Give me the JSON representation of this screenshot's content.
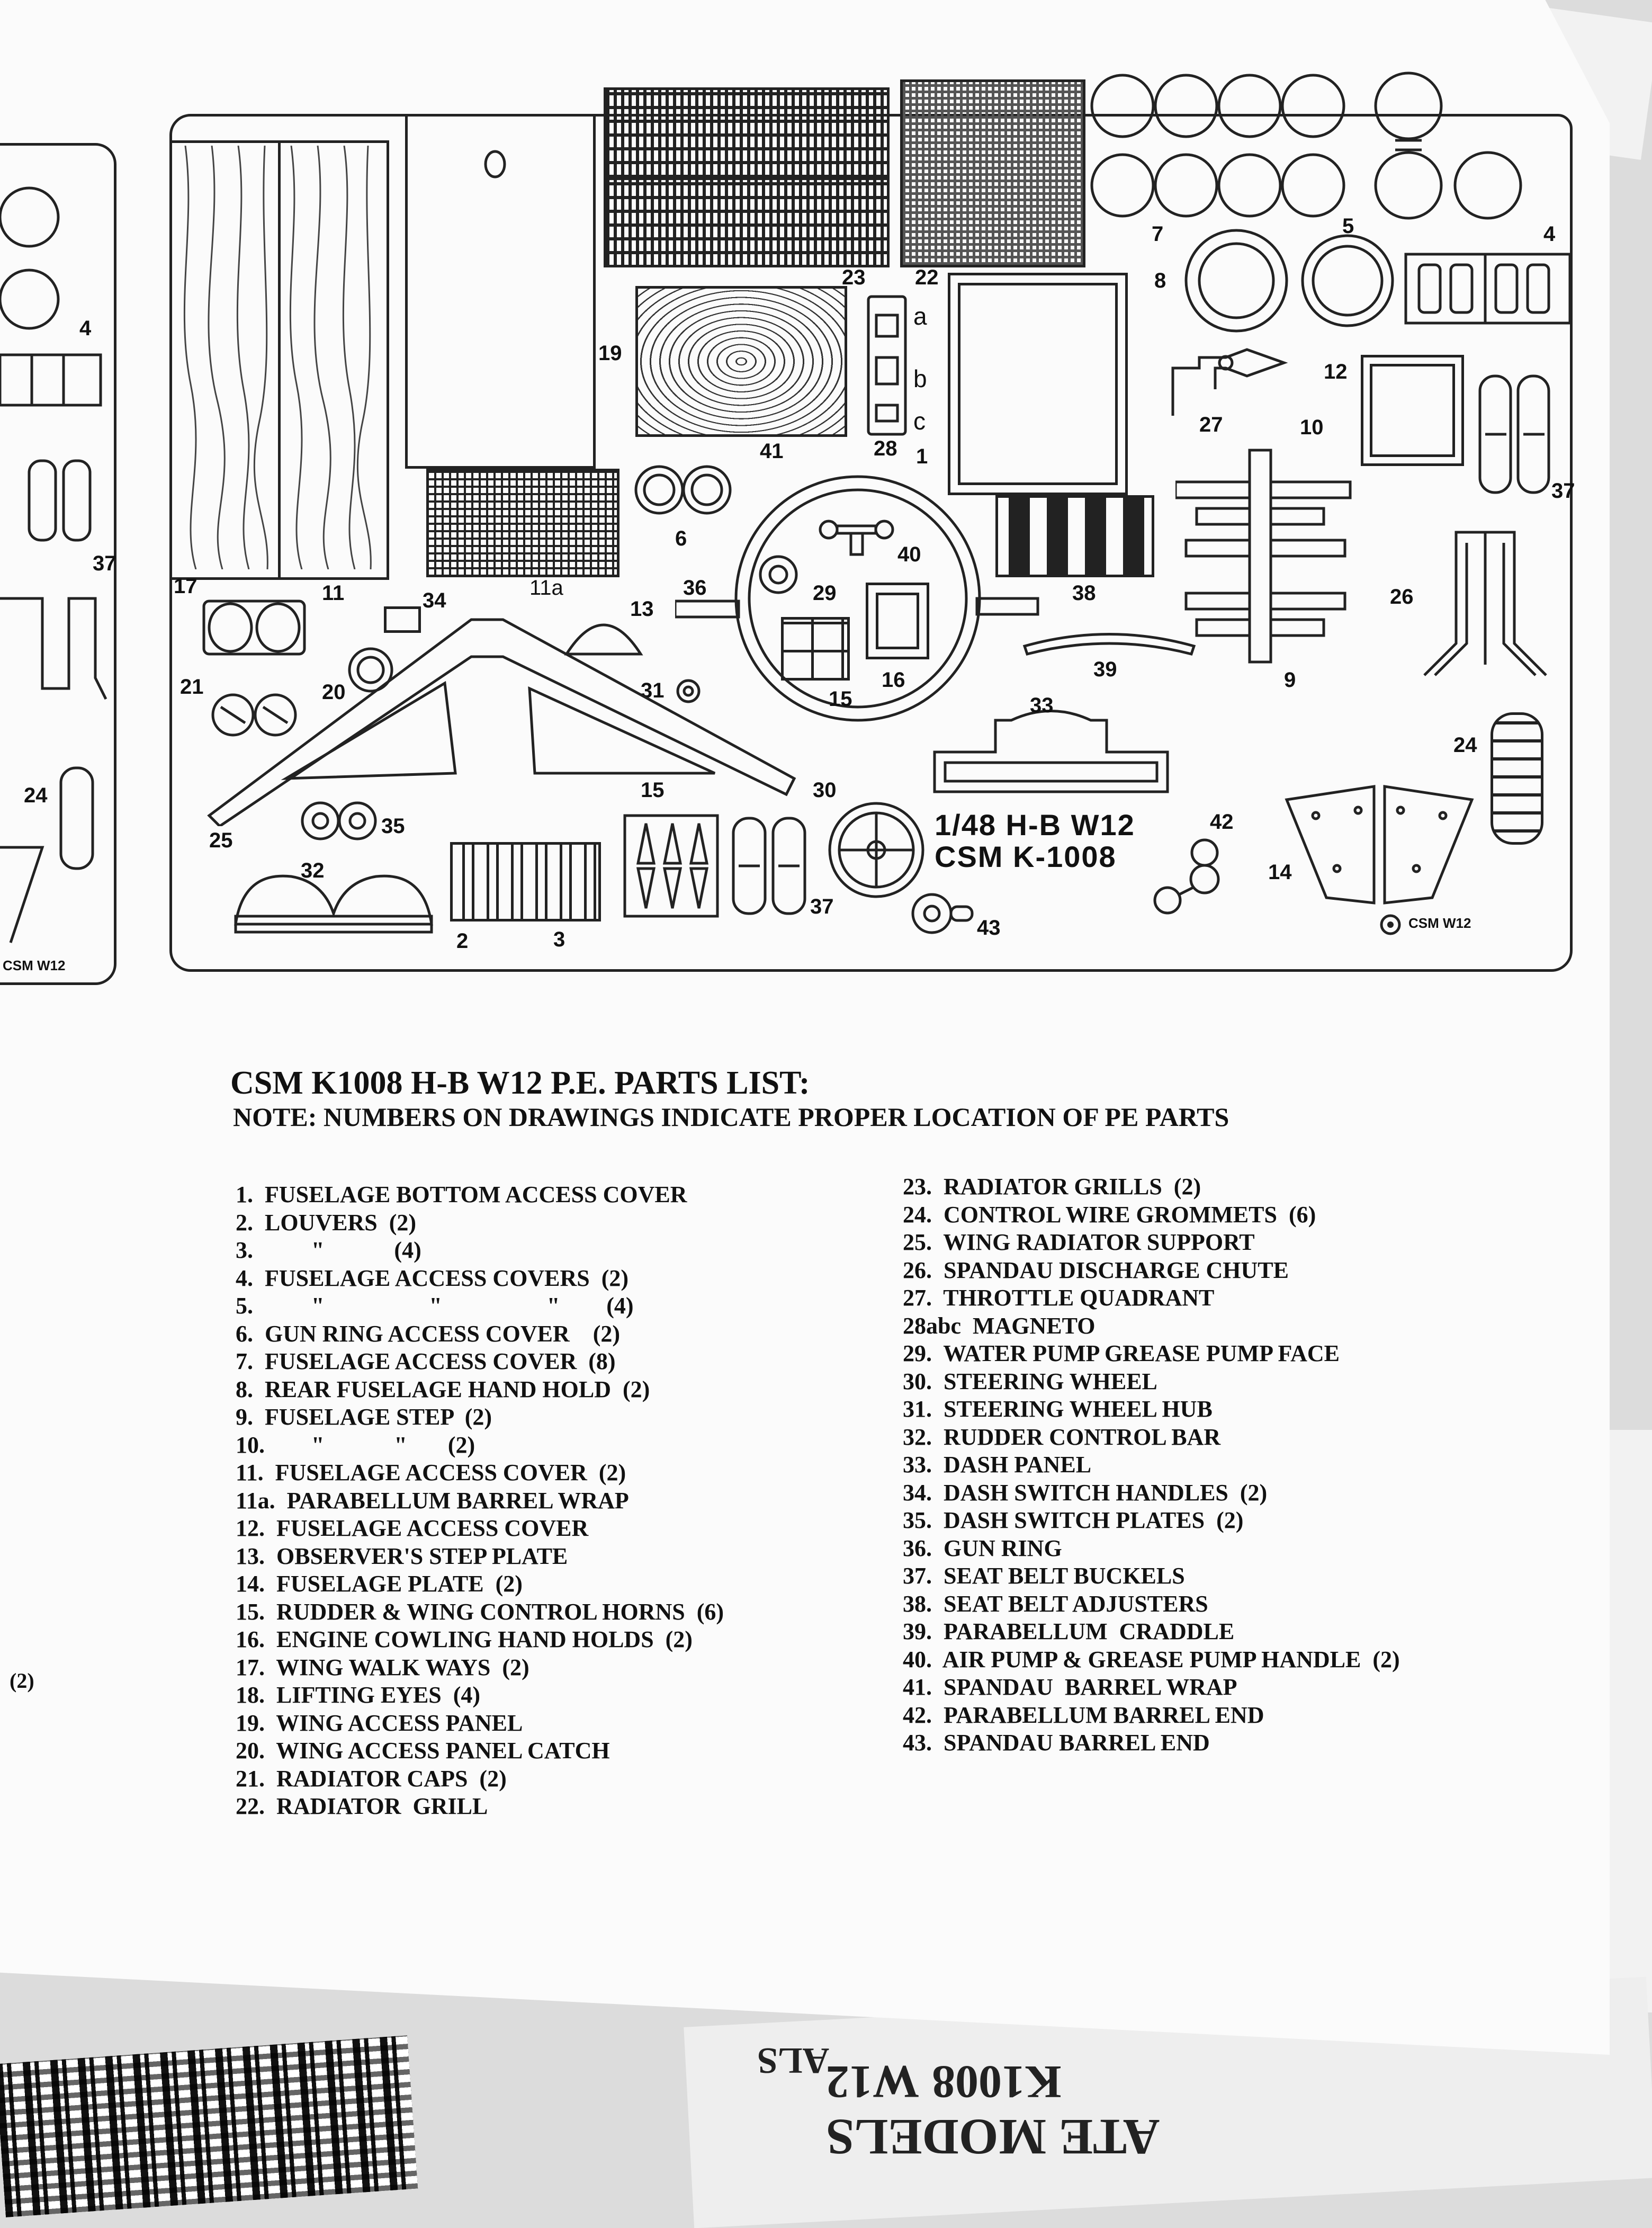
{
  "fret": {
    "title_line1": "1/48  H-B  W12",
    "title_line2": "CSM    K-1008",
    "maker_mark": "CSM  W12",
    "left_maker_mark": "CSM  W12",
    "labels": {
      "n1": "1",
      "n2": "2",
      "n3": "3",
      "n4": "4",
      "n4b": "4",
      "n5": "5",
      "n6": "6",
      "n7": "7",
      "n8": "8",
      "n9": "9",
      "n10": "10",
      "n11": "11",
      "n11a": "11a",
      "n12": "12",
      "n13": "13",
      "n14": "14",
      "n15": "15",
      "n15b": "15",
      "n16": "16",
      "n17": "17",
      "n19": "19",
      "n20": "20",
      "n21": "21",
      "n22": "22",
      "n23": "23",
      "n24": "24",
      "n24b": "24",
      "n25": "25",
      "n26": "26",
      "n27": "27",
      "n28": "28",
      "n29": "29",
      "n30": "30",
      "n31": "31",
      "n32": "32",
      "n33": "33",
      "n34": "34",
      "n35": "35",
      "n36": "36",
      "n37": "37",
      "n37b": "37",
      "n37c": "37",
      "n38": "38",
      "n39": "39",
      "n40": "40",
      "n41": "41",
      "n42": "42",
      "n43": "43",
      "na": "a",
      "nb": "b",
      "nc": "c"
    }
  },
  "parts_list": {
    "title": "CSM K1008 H-B W12 P.E. PARTS LIST:",
    "note": "NOTE: NUMBERS ON DRAWINGS INDICATE PROPER LOCATION OF PE PARTS",
    "left_column": [
      "1.  FUSELAGE BOTTOM ACCESS COVER",
      "2.  LOUVERS  (2)",
      "3.          \"            (4)",
      "4.  FUSELAGE ACCESS COVERS  (2)",
      "5.          \"                  \"                  \"        (4)",
      "6.  GUN RING ACCESS COVER    (2)",
      "7.  FUSELAGE ACCESS COVER  (8)",
      "8.  REAR FUSELAGE HAND HOLD  (2)",
      "9.  FUSELAGE STEP  (2)",
      "10.        \"            \"       (2)",
      "11.  FUSELAGE ACCESS COVER  (2)",
      "11a.  PARABELLUM BARREL WRAP",
      "12.  FUSELAGE ACCESS COVER",
      "13.  OBSERVER'S STEP PLATE",
      "14.  FUSELAGE PLATE  (2)",
      "15.  RUDDER & WING CONTROL HORNS  (6)",
      "16.  ENGINE COWLING HAND HOLDS  (2)",
      "17.  WING WALK WAYS  (2)",
      "18.  LIFTING EYES  (4)",
      "19.  WING ACCESS PANEL",
      "20.  WING ACCESS PANEL CATCH",
      "21.  RADIATOR CAPS  (2)",
      "22.  RADIATOR  GRILL"
    ],
    "right_column": [
      "23.  RADIATOR GRILLS  (2)",
      "24.  CONTROL WIRE GROMMETS  (6)",
      "25.  WING RADIATOR SUPPORT",
      "26.  SPANDAU DISCHARGE CHUTE",
      "27.  THROTTLE QUADRANT",
      "28abc  MAGNETO",
      "29.  WATER PUMP GREASE PUMP FACE",
      "30.  STEERING WHEEL",
      "31.  STEERING WHEEL HUB",
      "32.  RUDDER CONTROL BAR",
      "33.  DASH PANEL",
      "34.  DASH SWITCH HANDLES  (2)",
      "35.  DASH SWITCH PLATES  (2)",
      "36.  GUN RING",
      "37.  SEAT BELT BUCKELS",
      "38.  SEAT BELT ADJUSTERS",
      "39.  PARABELLUM  CRADDLE",
      "40.  AIR PUMP & GREASE PUMP HANDLE  (2)",
      "41.  SPANDAU  BARREL WRAP",
      "42.  PARABELLUM BARREL END",
      "43.  SPANDAU BARREL END"
    ],
    "stray_left": "(2)"
  },
  "underlying_sheet": {
    "line1": "ATE MODELS",
    "line2": "K1008",
    "line3": "W12",
    "line4": "ALS"
  }
}
